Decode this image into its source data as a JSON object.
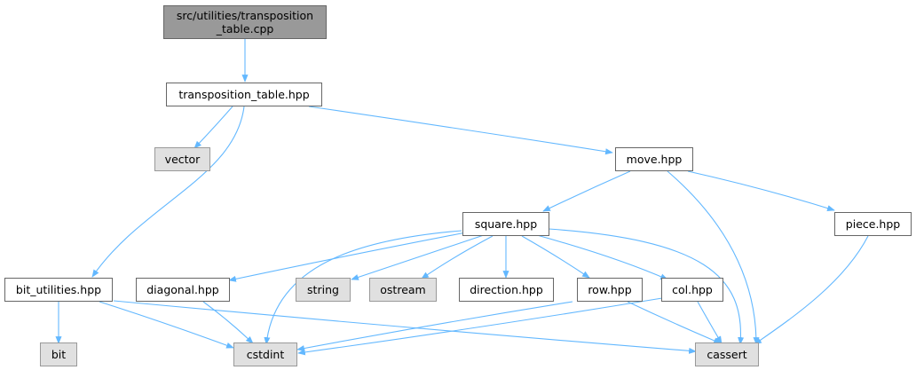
{
  "colors": {
    "edge": "#63b8ff",
    "root_fill": "#999999",
    "sys_fill": "#e0e0e0",
    "node_fill": "#ffffff",
    "border": "#666666"
  },
  "nodes": {
    "root": {
      "line1": "src/utilities/transposition",
      "line2": "_table.cpp"
    },
    "transposition_table": "transposition_table.hpp",
    "vector": "vector",
    "move": "move.hpp",
    "square": "square.hpp",
    "piece": "piece.hpp",
    "bit_utilities": "bit_utilities.hpp",
    "diagonal": "diagonal.hpp",
    "string": "string",
    "ostream": "ostream",
    "direction": "direction.hpp",
    "row": "row.hpp",
    "col": "col.hpp",
    "bit": "bit",
    "cstdint": "cstdint",
    "cassert": "cassert"
  }
}
